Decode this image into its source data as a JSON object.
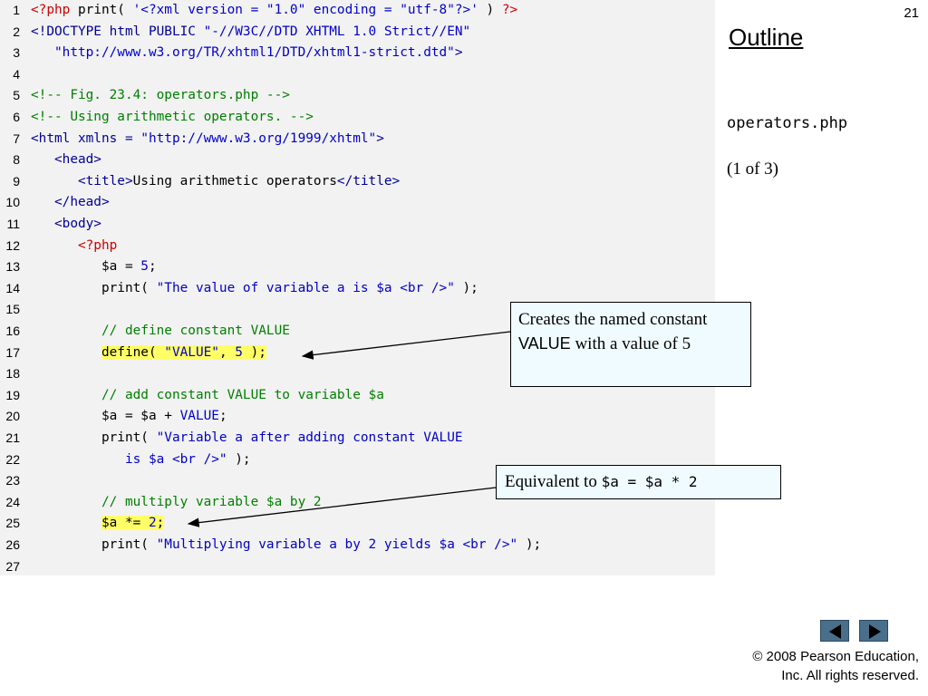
{
  "slide": {
    "number": "21"
  },
  "sidebar": {
    "outline_label": "Outline",
    "filename": "operators.php",
    "page_indicator": "(1 of 3)"
  },
  "code": {
    "line_numbers": [
      "1",
      "2",
      "3",
      "4",
      "5",
      "6",
      "7",
      "8",
      "9",
      "10",
      "11",
      "12",
      "13",
      "14",
      "15",
      "16",
      "17",
      "18",
      "19",
      "20",
      "21",
      "22",
      "23",
      "24",
      "25",
      "26",
      "27"
    ],
    "l1": {
      "a": "<?php",
      "b": " print( ",
      "c": "'<?xml version = \"1.0\" encoding = \"utf-8\"?>'",
      "d": " ) ",
      "e": "?>"
    },
    "l2": {
      "a": "<!DOCTYPE html PUBLIC ",
      "b": "\"-//W3C//DTD XHTML 1.0 Strict//EN\""
    },
    "l3": {
      "a": "   \"http://www.w3.org/TR/xhtml1/DTD/xhtml1-strict.dtd\"",
      "b": ">"
    },
    "l5": "<!-- Fig. 23.4: operators.php -->",
    "l6": "<!-- Using arithmetic operators. -->",
    "l7": {
      "a": "<html xmlns = ",
      "b": "\"http://www.w3.org/1999/xhtml\"",
      "c": ">"
    },
    "l8": "   <head>",
    "l9": {
      "a": "      <title>",
      "b": "Using arithmetic operators",
      "c": "</title>"
    },
    "l10": "   </head>",
    "l11": "   <body>",
    "l12": "      <?php",
    "l13": {
      "a": "         $a = ",
      "b": "5",
      "c": ";"
    },
    "l14": {
      "a": "         print( ",
      "b": "\"The value of variable a is $a <br />\"",
      "c": " );"
    },
    "l16": "         // define constant VALUE",
    "l17": {
      "indent": "         ",
      "a": "define( ",
      "b": "\"VALUE\"",
      "c": ", ",
      "d": "5",
      "e": " );"
    },
    "l19": "         // add constant VALUE to variable $a",
    "l20": {
      "a": "         $a = $a + ",
      "b": "VALUE",
      "c": ";"
    },
    "l21": {
      "a": "         print( ",
      "b": "\"Variable a after adding constant VALUE"
    },
    "l22": {
      "a": "            is $a <br />\"",
      "b": " );"
    },
    "l24": "         // multiply variable $a by 2",
    "l25": {
      "indent": "         ",
      "a": "$a *= ",
      "b": "2",
      "c": ";"
    },
    "l26": {
      "a": "         print( ",
      "b": "\"Multiplying variable a by 2 yields $a <br />\"",
      "c": " );"
    }
  },
  "callouts": {
    "first": {
      "t1": "Creates the named constant ",
      "t2": "VALUE",
      "t3": " with a value of 5"
    },
    "second": {
      "t1": "Equivalent to ",
      "t2": "$a = $a * 2"
    }
  },
  "footer": {
    "copyright_line1": "© 2008 Pearson Education,",
    "copyright_line2": "Inc.  All rights reserved."
  },
  "colors": {
    "php_delim": "#cc0000",
    "string": "#0000cc",
    "comment": "#008000",
    "highlight": "#ffff66",
    "nav_button": "#4a6f8a"
  },
  "icons": {
    "prev": "triangle-left-icon",
    "next": "triangle-right-icon"
  }
}
